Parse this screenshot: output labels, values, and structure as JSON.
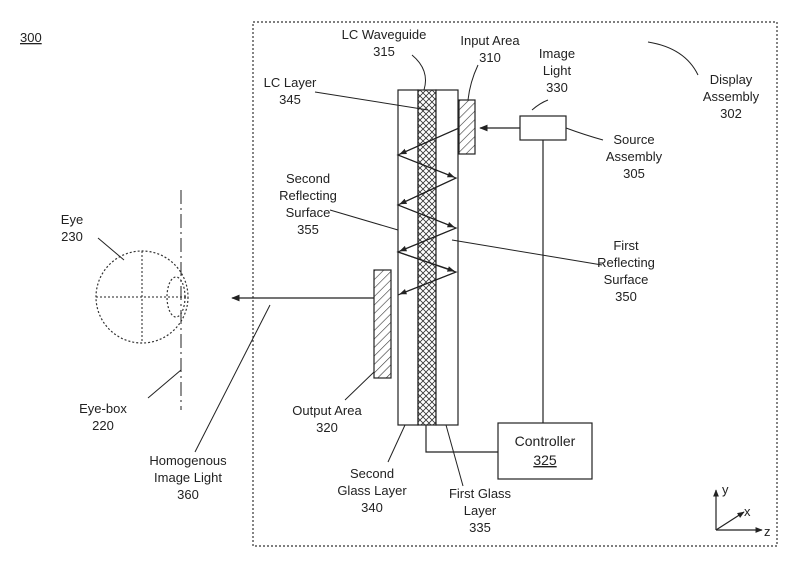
{
  "figure": {
    "number": "300",
    "display_assembly": [
      "Display",
      "Assembly",
      "302"
    ],
    "lc_waveguide": [
      "LC Waveguide",
      "315"
    ],
    "input_area": [
      "Input Area",
      "310"
    ],
    "image_light": [
      "Image",
      "Light",
      "330"
    ],
    "lc_layer": [
      "LC Layer",
      "345"
    ],
    "source_assembly": [
      "Source",
      "Assembly",
      "305"
    ],
    "second_reflecting_surface": [
      "Second",
      "Reflecting",
      "Surface",
      "355"
    ],
    "first_reflecting_surface": [
      "First",
      "Reflecting",
      "Surface",
      "350"
    ],
    "eye": [
      "Eye",
      "230"
    ],
    "eye_box": [
      "Eye-box",
      "220"
    ],
    "output_area": [
      "Output Area",
      "320"
    ],
    "homogenous_image_light": [
      "Homogenous",
      "Image Light",
      "360"
    ],
    "second_glass_layer": [
      "Second",
      "Glass Layer",
      "340"
    ],
    "first_glass_layer": [
      "First Glass",
      "Layer",
      "335"
    ],
    "controller": [
      "Controller",
      "325"
    ],
    "axes": {
      "y": "y",
      "x": "x",
      "z": "z"
    }
  }
}
